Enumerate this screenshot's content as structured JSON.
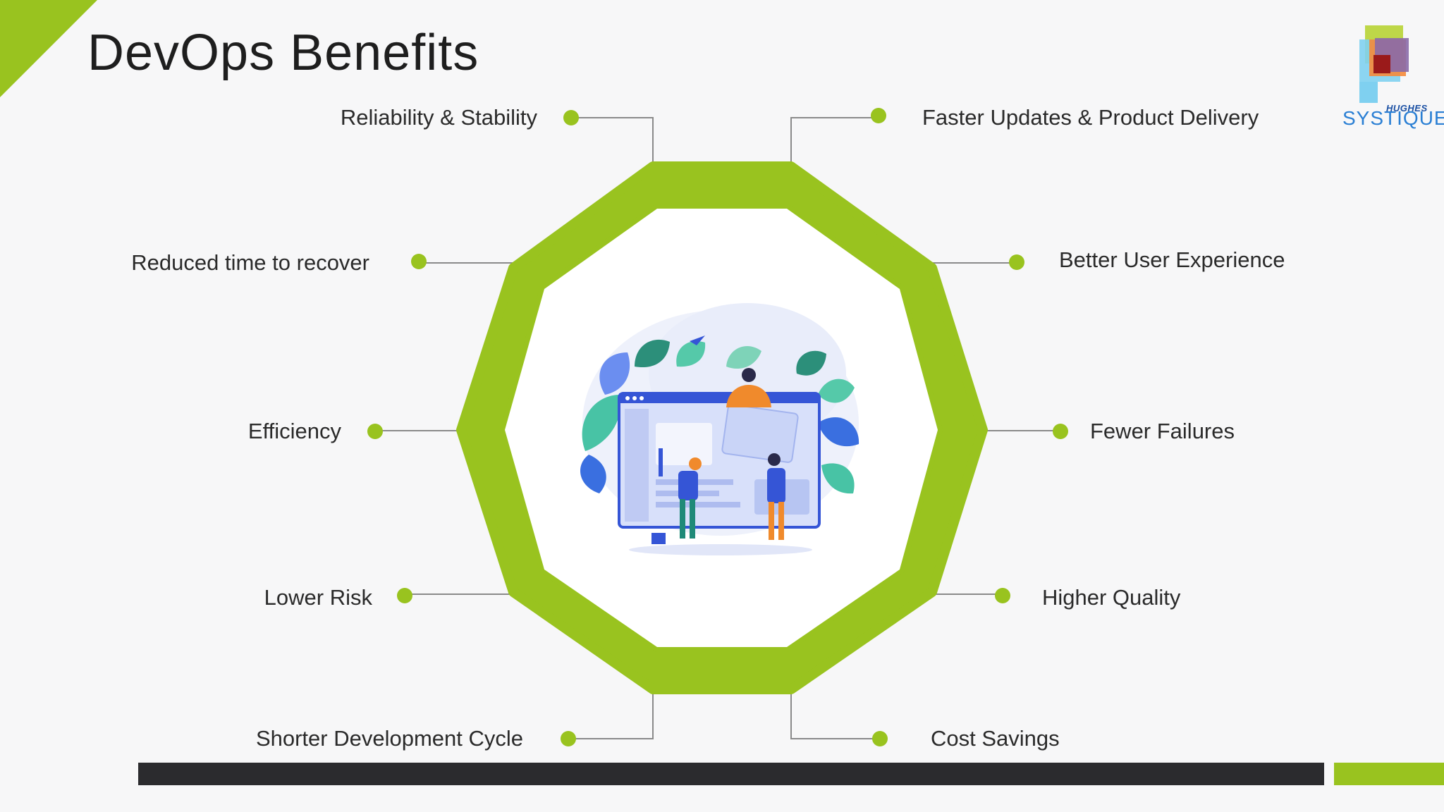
{
  "slide": {
    "title": "DevOps Benefits"
  },
  "benefits": {
    "left": [
      "Reliability & Stability",
      "Reduced time to recover",
      "Efficiency",
      "Lower Risk",
      "Shorter Development Cycle"
    ],
    "right": [
      "Faster Updates & Product Delivery",
      "Better User Experience",
      "Fewer Failures",
      "Higher Quality",
      "Cost Savings"
    ]
  },
  "logo": {
    "brand_top": "HUGHES",
    "brand_bottom": "SYSTIQUE"
  },
  "illustration": {
    "icon": "team-building-website-illustration"
  },
  "colors": {
    "accent_green": "#99c31f",
    "dark_bar": "#2b2b2e",
    "connector_gray": "#8a8a8a",
    "background": "#f7f7f8"
  }
}
